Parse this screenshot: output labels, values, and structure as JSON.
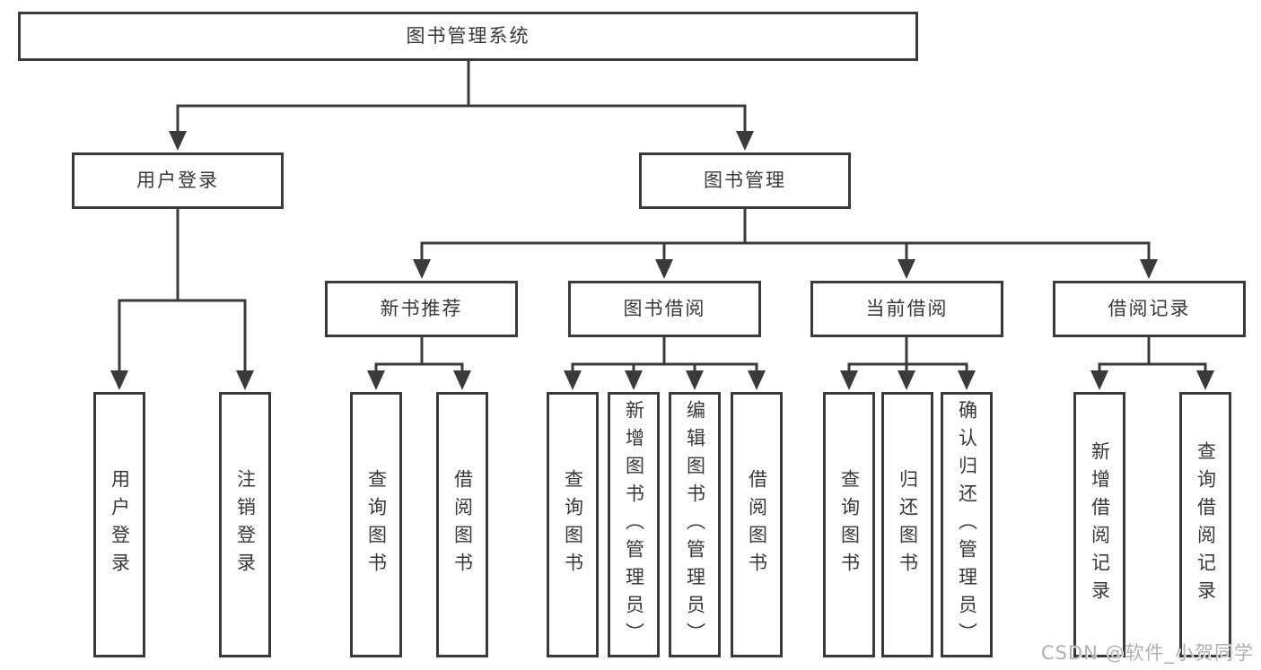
{
  "diagram": {
    "root": {
      "label": "图书管理系统"
    },
    "branches": [
      {
        "label": "用户登录",
        "children": [
          {
            "label": "用户登录"
          },
          {
            "label": "注销登录"
          }
        ]
      },
      {
        "label": "图书管理",
        "children": [
          {
            "label": "新书推荐",
            "children": [
              {
                "label": "查询图书"
              },
              {
                "label": "借阅图书"
              }
            ]
          },
          {
            "label": "图书借阅",
            "children": [
              {
                "label": "查询图书"
              },
              {
                "label": "新增图书（管理员）"
              },
              {
                "label": "编辑图书（管理员）"
              },
              {
                "label": "借阅图书"
              }
            ]
          },
          {
            "label": "当前借阅",
            "children": [
              {
                "label": "查询图书"
              },
              {
                "label": "归还图书"
              },
              {
                "label": "确认归还（管理员）"
              }
            ]
          },
          {
            "label": "借阅记录",
            "children": [
              {
                "label": "新增借阅记录"
              },
              {
                "label": "查询借阅记录"
              }
            ]
          }
        ]
      }
    ]
  },
  "watermark": {
    "text": "CSDN @软件_小贺同学"
  },
  "colors": {
    "line": "#3a3a3a",
    "border": "#3a3a3a",
    "text": "#383838",
    "background": "#ffffff",
    "watermark": "#b0b0b0"
  }
}
